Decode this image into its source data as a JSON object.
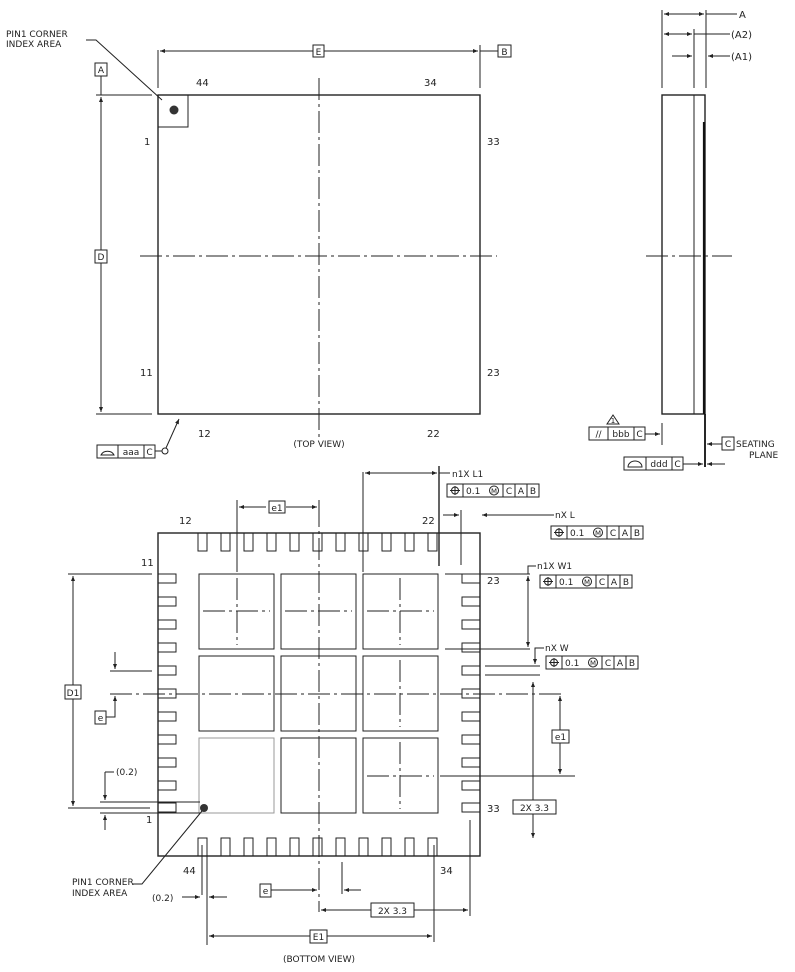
{
  "top_view": {
    "caption": "(TOP VIEW)",
    "pin1_label_line1": "PIN1  CORNER",
    "pin1_label_line2": "INDEX  AREA",
    "datum_a": "A",
    "datum_b": "B",
    "dim_e": "E",
    "dim_d": "D",
    "pins": {
      "p44": "44",
      "p34": "34",
      "p1": "1",
      "p33": "33",
      "p11": "11",
      "p23": "23",
      "p12": "12",
      "p22": "22"
    },
    "flatness": {
      "symbol": "flatness",
      "value": "aaa",
      "datum": "C"
    }
  },
  "side_view": {
    "dim_a": "A",
    "dim_a2": "(A2)",
    "dim_a1": "(A1)",
    "seating_datum": "C",
    "seating_label_line1": "SEATING",
    "seating_label_line2": "PLANE",
    "note_flag": "1",
    "parallelism": {
      "symbol": "//",
      "value": "bbb",
      "datum": "C"
    },
    "coplanarity": {
      "symbol": "flatness",
      "value": "ddd",
      "datum": "C"
    }
  },
  "bottom_view": {
    "caption": "(BOTTOM VIEW)",
    "pin1_label_line1": "PIN1  CORNER",
    "pin1_label_line2": "INDEX  AREA",
    "pins": {
      "p12": "12",
      "p22": "22",
      "p11": "11",
      "p23": "23",
      "p1": "1",
      "p33": "33",
      "p44": "44",
      "p34": "34"
    },
    "dim_e1_top": "e1",
    "dim_e1_side": "e1",
    "dim_e": "e",
    "dim_e_bottom": "e",
    "dim_d1": "D1",
    "dim_E1": "E1",
    "dim_02_left": "(0.2)",
    "dim_02_bottom": "(0.2)",
    "dim_2x33_side": "2X  3.3",
    "dim_2x33_bottom": "2X  3.3",
    "callouts": [
      {
        "label": "n1X  L1",
        "tol": "0.1",
        "mod": "M",
        "d1": "C",
        "d2": "A",
        "d3": "B"
      },
      {
        "label": "nX  L",
        "tol": "0.1",
        "mod": "M",
        "d1": "C",
        "d2": "A",
        "d3": "B"
      },
      {
        "label": "n1X  W1",
        "tol": "0.1",
        "mod": "M",
        "d1": "C",
        "d2": "A",
        "d3": "B"
      },
      {
        "label": "nX  W",
        "tol": "0.1",
        "mod": "M",
        "d1": "C",
        "d2": "A",
        "d3": "B"
      }
    ]
  }
}
